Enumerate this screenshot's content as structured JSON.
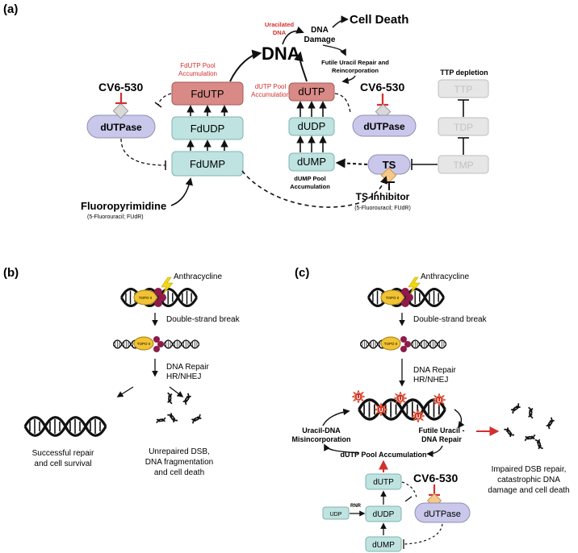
{
  "panel_a": {
    "label": "(a)",
    "fdutp": "FdUTP",
    "fdudp": "FdUDP",
    "fdump": "FdUMP",
    "dutpase_left": "dUTPase",
    "cv6_530_left": "CV6-530",
    "fdutp_pool_1": "FdUTP Pool",
    "fdutp_pool_2": "Accumulation",
    "dna": "DNA",
    "uracilated_1": "Uracilated",
    "uracilated_2": "DNA",
    "dna_damage_1": "DNA",
    "dna_damage_2": "Damage",
    "cell_death": "Cell Death",
    "futile_1": "Futile Uracil Repair and",
    "futile_2": "Reincorporation",
    "dutp_pool_1": "dUTP Pool",
    "dutp_pool_2": "Accumulation",
    "dutp": "dUTP",
    "dudp": "dUDP",
    "dump": "dUMP",
    "dump_pool_1": "dUMP Pool",
    "dump_pool_2": "Accumulation",
    "cv6_530_right": "CV6-530",
    "dutpase_right": "dUTPase",
    "ts": "TS",
    "ts_inhibitor": "TS Inhibitor",
    "ts_inhibitor_sub": "(5-Fluorouracil; FUdR)",
    "ttp_depletion": "TTP depletion",
    "ttp": "TTP",
    "tdp": "TDP",
    "tmp": "TMP",
    "fluoropyrimidine": "Fluoropyrimidine",
    "fluoropyrimidine_sub": "(5-Fluorouracil; FUdR)"
  },
  "panel_b": {
    "label": "(b)",
    "anthracycline": "Anthracycline",
    "topo": "TOPO II",
    "dsb": "Double-strand break",
    "repair_1": "DNA Repair",
    "repair_2": "HR/NHEJ",
    "success_1": "Successful repair",
    "success_2": "and cell survival",
    "unrep_1": "Unrepaired DSB,",
    "unrep_2": "DNA fragmentation",
    "unrep_3": "and cell death"
  },
  "panel_c": {
    "label": "(c)",
    "anthracycline": "Anthracycline",
    "topo": "TOPO II",
    "dsb": "Double-strand break",
    "repair_1": "DNA Repair",
    "repair_2": "HR/NHEJ",
    "mis_1": "Uracil-DNA",
    "mis_2": "Misincorporation",
    "futile_1": "Futile Uracil -",
    "futile_2": "DNA Repair",
    "pool": "dUTP Pool Accumulation",
    "dutp": "dUTP",
    "dudp": "dUDP",
    "dump": "dUMP",
    "udp": "UDP",
    "rnr": "RNR",
    "cv6_530": "CV6-530",
    "dutpase": "dUTPase",
    "impaired_1": "Impaired DSB repair,",
    "impaired_2": "catastrophic DNA",
    "impaired_3": "damage and cell death",
    "u": "U"
  },
  "colors": {
    "teal_box": "#bfe3e0",
    "teal_border": "#7fb3b0",
    "red_box": "#d98a86",
    "lavender": "#c9c8ea",
    "gray_box": "#e6e6e6",
    "inhibit_red": "#d32f2f",
    "label_red": "#d32f2f",
    "diamond_gray": "#d9d9d9",
    "diamond_orange": "#f5c98a",
    "topo_yellow": "#f1c232",
    "maroon": "#8e1b4a"
  }
}
